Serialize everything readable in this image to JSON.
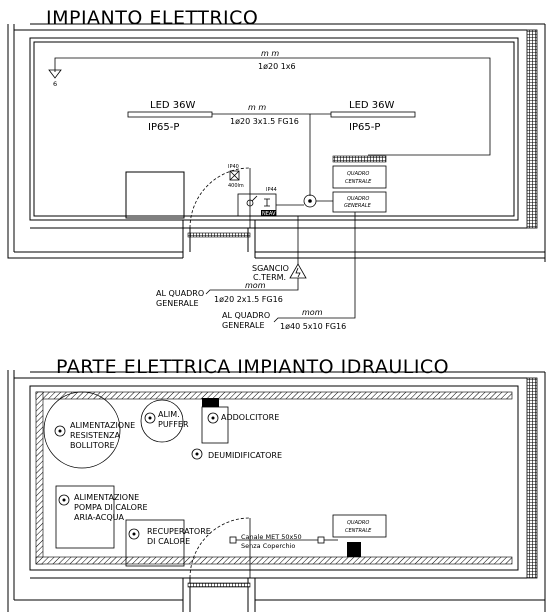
{
  "sections": {
    "electrical": {
      "title": "IMPIANTO ELETTRICO",
      "main_line_symbol": "m m",
      "main_line_cable": "1ø20 1x6",
      "corner_mark": "6",
      "led_left": {
        "label": "LED 36W",
        "rating": "IP65-P"
      },
      "led_right": {
        "label": "LED 36W",
        "rating": "IP65-P"
      },
      "led_line_symbol": "m m",
      "led_line_cable": "1ø20 3x1.5 FG16",
      "quadro_centrale": "QUADRO CENTRALE",
      "quadro_generale": "QUADRO GENERALE",
      "ip40": "IP40",
      "lumens": "400lm",
      "ip44": "IP44",
      "neav": "NEAV",
      "sgancio": "SGANCIO C.TERM.",
      "sgancio_line1": "SGANCIO",
      "sgancio_line2": "C.TERM.",
      "feed1": {
        "to_line1": "AL QUADRO",
        "to_line2": "GENERALE",
        "symbol": "mom",
        "cable": "1ø20 2x1.5 FG16"
      },
      "feed2": {
        "to_line1": "AL QUADRO",
        "to_line2": "GENERALE",
        "symbol": "mom",
        "cable": "1ø40 5x10 FG16"
      }
    },
    "hydraulic": {
      "title": "PARTE ELETTRICA IMPIANTO IDRAULICO",
      "resistenza": [
        "ALIMENTAZIONE",
        "RESISTENZA",
        "BOLLITORE"
      ],
      "puffer": [
        "ALIM.",
        "PUFFER"
      ],
      "addolcitore": "ADDOLCITORE",
      "deumidificatore": "DEUMIDIFICATORE",
      "pompa": [
        "ALIMENTAZIONE",
        "POMPA DI CALORE",
        "ARIA-ACQUA"
      ],
      "recuperatore": [
        "RECUPERATORE",
        "DI CALORE"
      ],
      "canale": [
        "Canale MET 50x50",
        "Senza Coperchio"
      ],
      "quadro_centrale": [
        "QUADRO",
        "CENTRALE"
      ]
    }
  },
  "colors": {
    "ink": "#000000",
    "background": "#ffffff"
  }
}
